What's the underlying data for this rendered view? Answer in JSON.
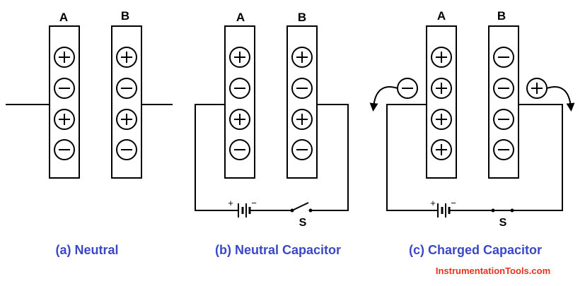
{
  "colors": {
    "caption": "#3a48c8",
    "brand": "#e8301c",
    "stroke": "#000000"
  },
  "panels": [
    {
      "caption": "(a) Neutral",
      "plate_a": {
        "label": "A",
        "charges": [
          "+",
          "−",
          "+",
          "−"
        ]
      },
      "plate_b": {
        "label": "B",
        "charges": [
          "+",
          "−",
          "+",
          "−"
        ]
      },
      "circuit": false
    },
    {
      "caption": "(b) Neutral Capacitor",
      "plate_a": {
        "label": "A",
        "charges": [
          "+",
          "−",
          "+",
          "−"
        ]
      },
      "plate_b": {
        "label": "B",
        "charges": [
          "+",
          "−",
          "+",
          "−"
        ]
      },
      "circuit": true,
      "battery_plus": "+",
      "battery_minus": "−",
      "switch_label": "S",
      "switch_state": "open"
    },
    {
      "caption": "(c) Charged Capacitor",
      "plate_a": {
        "label": "A",
        "charges": [
          "+",
          "+",
          "+",
          "+"
        ]
      },
      "plate_b": {
        "label": "B",
        "charges": [
          "−",
          "−",
          "−",
          "−"
        ]
      },
      "circuit": true,
      "battery_plus": "+",
      "battery_minus": "−",
      "switch_label": "S",
      "switch_state": "closed",
      "moving_charges": [
        "−",
        "+"
      ]
    }
  ],
  "watermark": "InstrumentationTools.com"
}
